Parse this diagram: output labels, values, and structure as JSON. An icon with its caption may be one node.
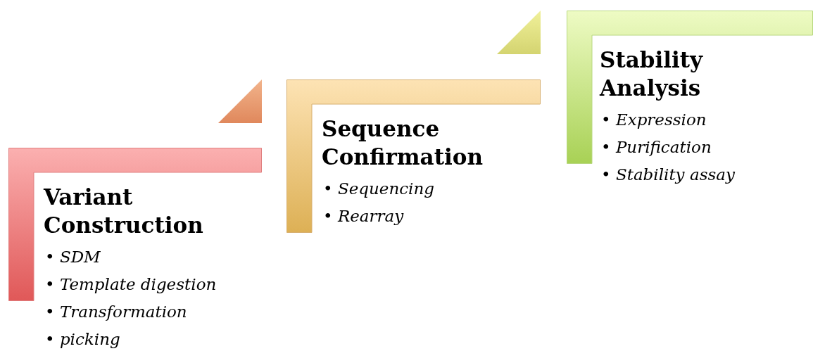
{
  "diagram": {
    "nodes": [
      {
        "text": [
          "Variant Construction",
          "• SDM",
          "• Template digestion",
          "• Transformation",
          "• picking"
        ]
      },
      {
        "text": [
          "Sequence Confirmation",
          "• Sequencing",
          "• Rearray"
        ]
      },
      {
        "text": [
          "Stability Analysis",
          "• Expression",
          "• Purification",
          "• Stability assay"
        ]
      }
    ]
  }
}
